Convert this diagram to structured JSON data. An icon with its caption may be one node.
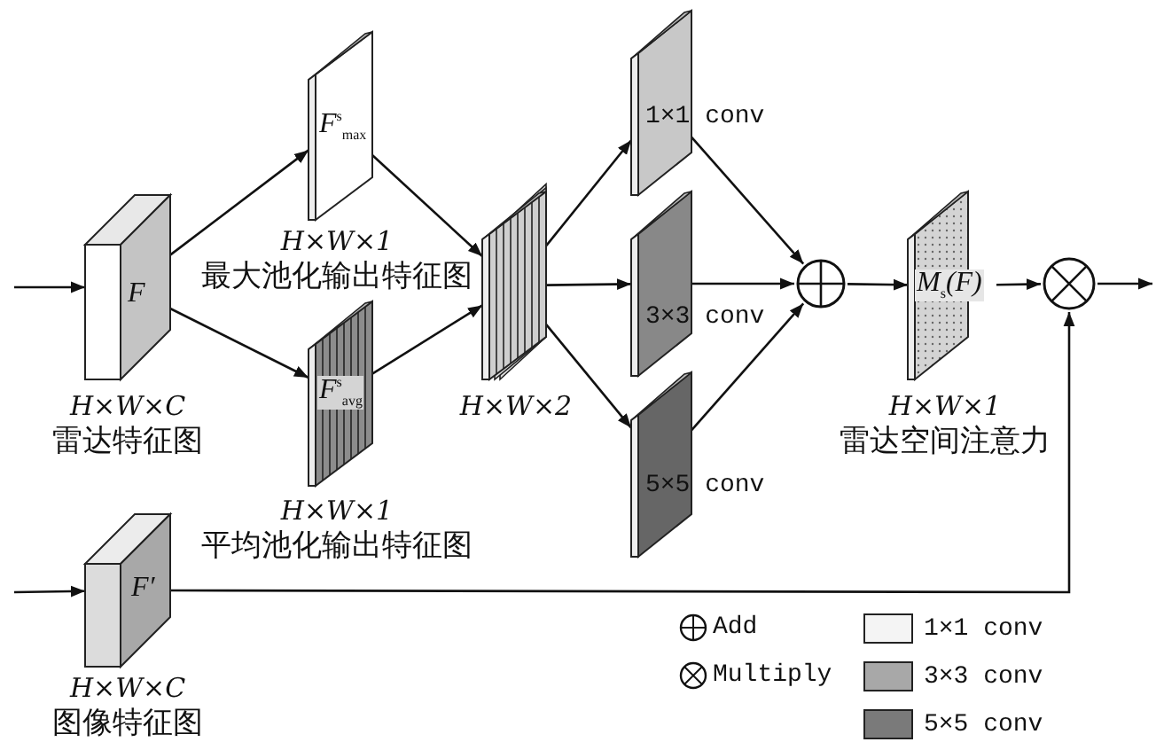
{
  "diagram": {
    "nodes": [
      {
        "text": [
          "F"
        ],
        "beside": [
          "H×W×C",
          "雷达特征图"
        ]
      },
      {
        "text": [
          "F$^{s}$$_{max}$"
        ],
        "beside": [
          "H×W×1",
          "最大池化输出特征图"
        ]
      },
      {
        "text": [
          "F$^{s}$$_{avg}$"
        ],
        "beside": [
          "H×W×1",
          "平均池化输出特征图"
        ]
      },
      {
        "text": [],
        "shape": "box",
        "beside": [
          "H×W×2"
        ]
      },
      {
        "text": [
          "1×1 conv"
        ]
      },
      {
        "text": [
          "3×3 conv"
        ]
      },
      {
        "text": [
          "5×5 conv"
        ]
      },
      {
        "text": [],
        "shape": "circle"
      },
      {
        "text": [
          "M$_{s}$(F)"
        ],
        "beside": [
          "H×W×1",
          "雷达空间注意力"
        ]
      },
      {
        "text": [],
        "shape": "circle"
      },
      {
        "text": [
          "F′"
        ],
        "beside": [
          "H×W×C",
          "图像特征图"
        ]
      }
    ],
    "edges": [
      {
        "from": null,
        "to": 0,
        "arrow": "to"
      },
      {
        "from": 0,
        "to": 1,
        "arrow": "to"
      },
      {
        "from": 0,
        "to": 2,
        "arrow": "to"
      },
      {
        "from": 1,
        "to": 3,
        "arrow": "to"
      },
      {
        "from": 2,
        "to": 3,
        "arrow": "to"
      },
      {
        "from": 3,
        "to": 4,
        "arrow": "to"
      },
      {
        "from": 3,
        "to": 5,
        "arrow": "to"
      },
      {
        "from": 3,
        "to": 6,
        "arrow": "to"
      },
      {
        "from": 4,
        "to": 7,
        "arrow": "to"
      },
      {
        "from": 5,
        "to": 7,
        "arrow": "to"
      },
      {
        "from": 6,
        "to": 7,
        "arrow": "to"
      },
      {
        "from": 7,
        "to": 8,
        "arrow": "to"
      },
      {
        "from": 8,
        "to": 9,
        "arrow": "to"
      },
      {
        "from": 9,
        "to": null,
        "arrow": "to"
      },
      {
        "from": null,
        "to": 10,
        "arrow": "to"
      },
      {
        "from": 10,
        "to": 9,
        "arrow": "to"
      }
    ],
    "legend": [
      {
        "text": "Add"
      },
      {
        "text": "Multiply"
      },
      {
        "text": "1×1 conv",
        "color": "#f4f4f4"
      },
      {
        "text": "3×3 conv",
        "color": "#a8a8a8"
      },
      {
        "text": "5×5 conv",
        "color": "#7a7a7a"
      }
    ]
  }
}
